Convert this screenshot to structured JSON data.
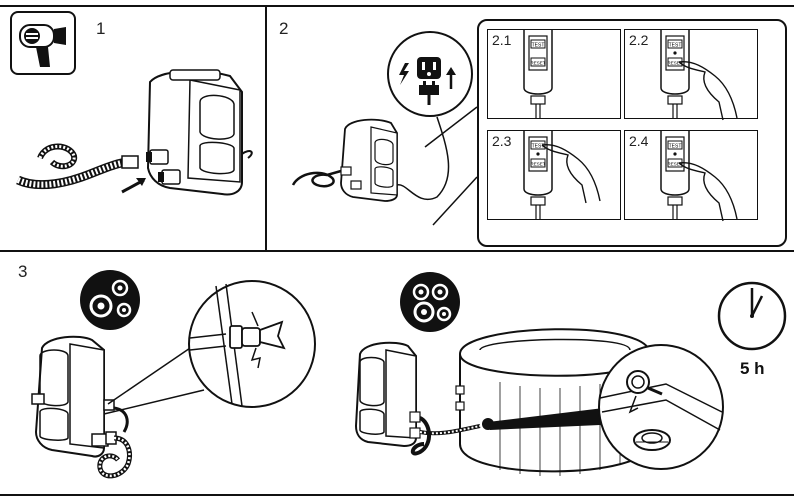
{
  "steps": {
    "step1": {
      "number": "1",
      "icon": "hair-dryer-icon"
    },
    "step2": {
      "number": "2",
      "icon": "power-plug-icon",
      "substeps": [
        {
          "label": "2.1",
          "pressed": "none"
        },
        {
          "label": "2.2",
          "pressed": "reset"
        },
        {
          "label": "2.3",
          "pressed": "test"
        },
        {
          "label": "2.4",
          "pressed": "reset"
        }
      ],
      "rcd_buttons": {
        "top": "TEST",
        "bottom": "RESET"
      }
    },
    "step3": {
      "number": "3",
      "icon": "hose-connector-icon",
      "duration": "5 h",
      "timer_icon": "clock-icon"
    }
  },
  "colors": {
    "line": "#111111",
    "background": "#ffffff"
  }
}
